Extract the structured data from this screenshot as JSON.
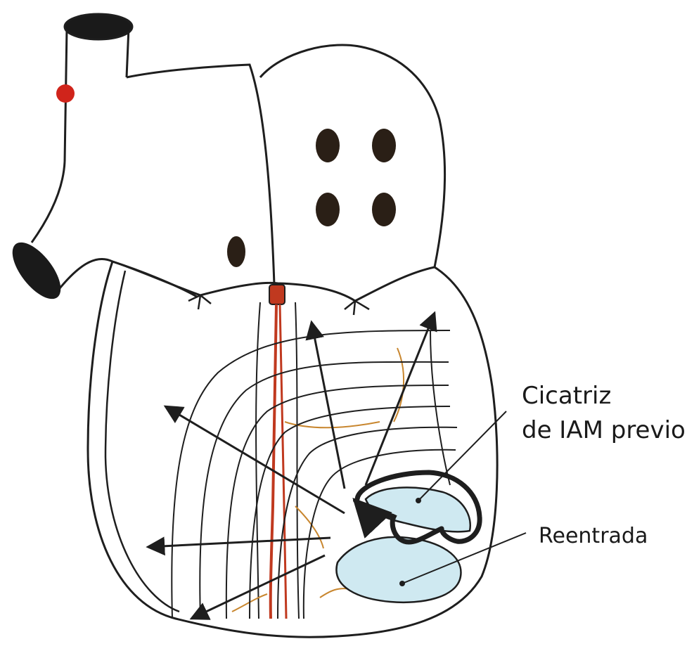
{
  "labels": {
    "scar_line1": "Cicatriz",
    "scar_line2": "de IAM previo",
    "reentry": "Reentrada"
  },
  "colors": {
    "outline": "#1e1e1e",
    "conduction": "#c0391f",
    "fibers": "#c8862e",
    "scar_fill": "#cfe9f1",
    "vessel_fill": "#1a1a1a",
    "node": "#d0241b"
  }
}
